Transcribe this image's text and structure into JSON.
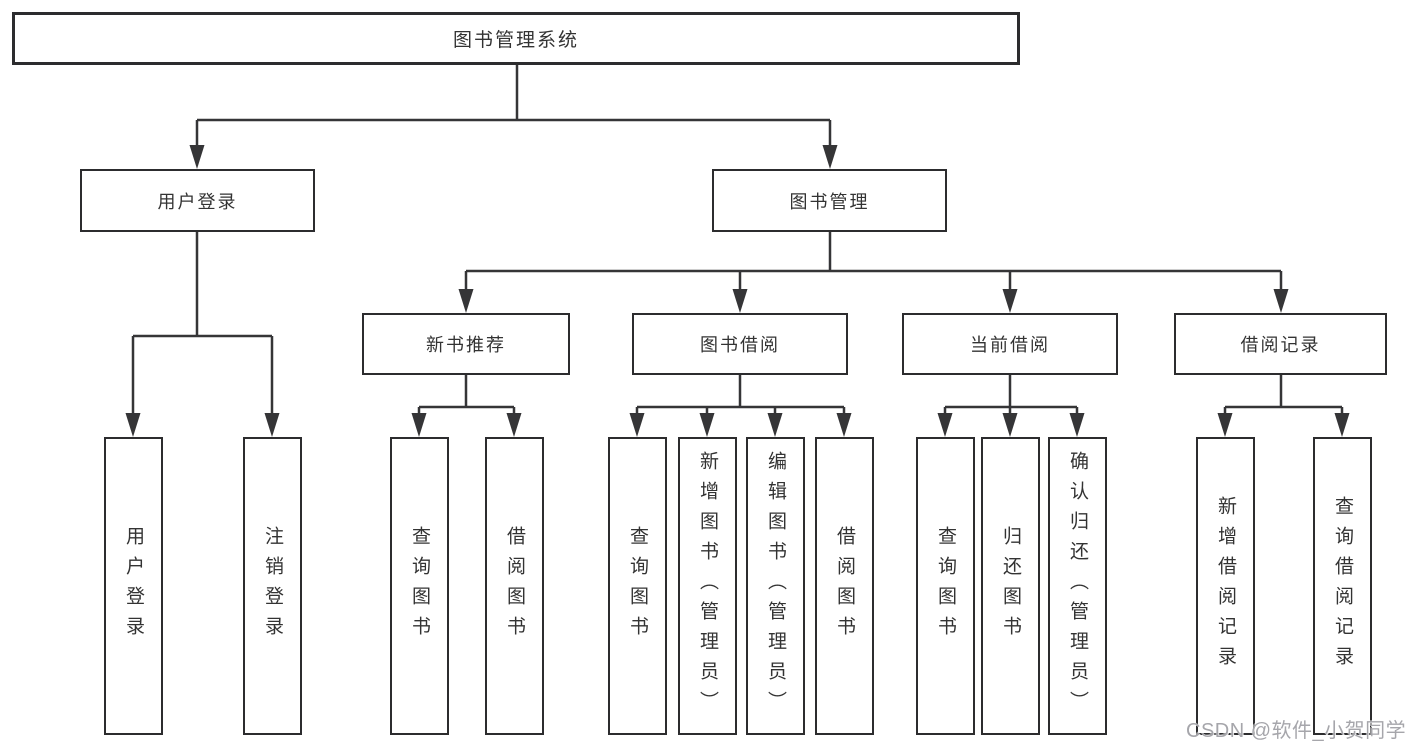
{
  "tree": {
    "label": "图书管理系统",
    "children": [
      {
        "label": "用户登录",
        "children": [
          {
            "label": "用户登录"
          },
          {
            "label": "注销登录"
          }
        ]
      },
      {
        "label": "图书管理",
        "children": [
          {
            "label": "新书推荐",
            "children": [
              {
                "label": "查询图书"
              },
              {
                "label": "借阅图书"
              }
            ]
          },
          {
            "label": "图书借阅",
            "children": [
              {
                "label": "查询图书"
              },
              {
                "label": "新增图书（管理员）"
              },
              {
                "label": "编辑图书（管理员）"
              },
              {
                "label": "借阅图书"
              }
            ]
          },
          {
            "label": "当前借阅",
            "children": [
              {
                "label": "查询图书"
              },
              {
                "label": "归还图书"
              },
              {
                "label": "确认归还（管理员）"
              }
            ]
          },
          {
            "label": "借阅记录",
            "children": [
              {
                "label": "新增借阅记录"
              },
              {
                "label": "查询借阅记录"
              }
            ]
          }
        ]
      }
    ]
  },
  "watermark": {
    "text": "CSDN @软件_小贺同学"
  },
  "colors": {
    "line": "#353537",
    "box_border": "#2c2c2e",
    "text": "#333333",
    "background": "#ffffff",
    "watermark": "#a6a6ab"
  }
}
